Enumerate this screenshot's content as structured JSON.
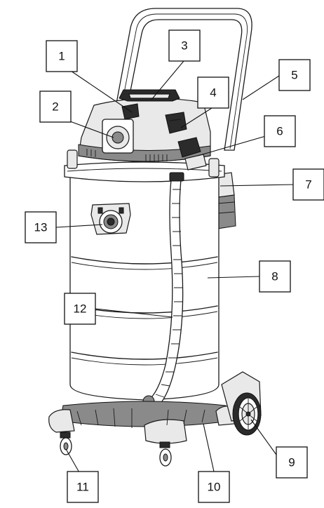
{
  "callouts": [
    {
      "id": "callout-1",
      "label": "1"
    },
    {
      "id": "callout-2",
      "label": "2"
    },
    {
      "id": "callout-3",
      "label": "3"
    },
    {
      "id": "callout-4",
      "label": "4"
    },
    {
      "id": "callout-5",
      "label": "5"
    },
    {
      "id": "callout-6",
      "label": "6"
    },
    {
      "id": "callout-7",
      "label": "7"
    },
    {
      "id": "callout-8",
      "label": "8"
    },
    {
      "id": "callout-9",
      "label": "9"
    },
    {
      "id": "callout-10",
      "label": "10"
    },
    {
      "id": "callout-11",
      "label": "11"
    },
    {
      "id": "callout-12",
      "label": "12"
    },
    {
      "id": "callout-13",
      "label": "13"
    }
  ]
}
